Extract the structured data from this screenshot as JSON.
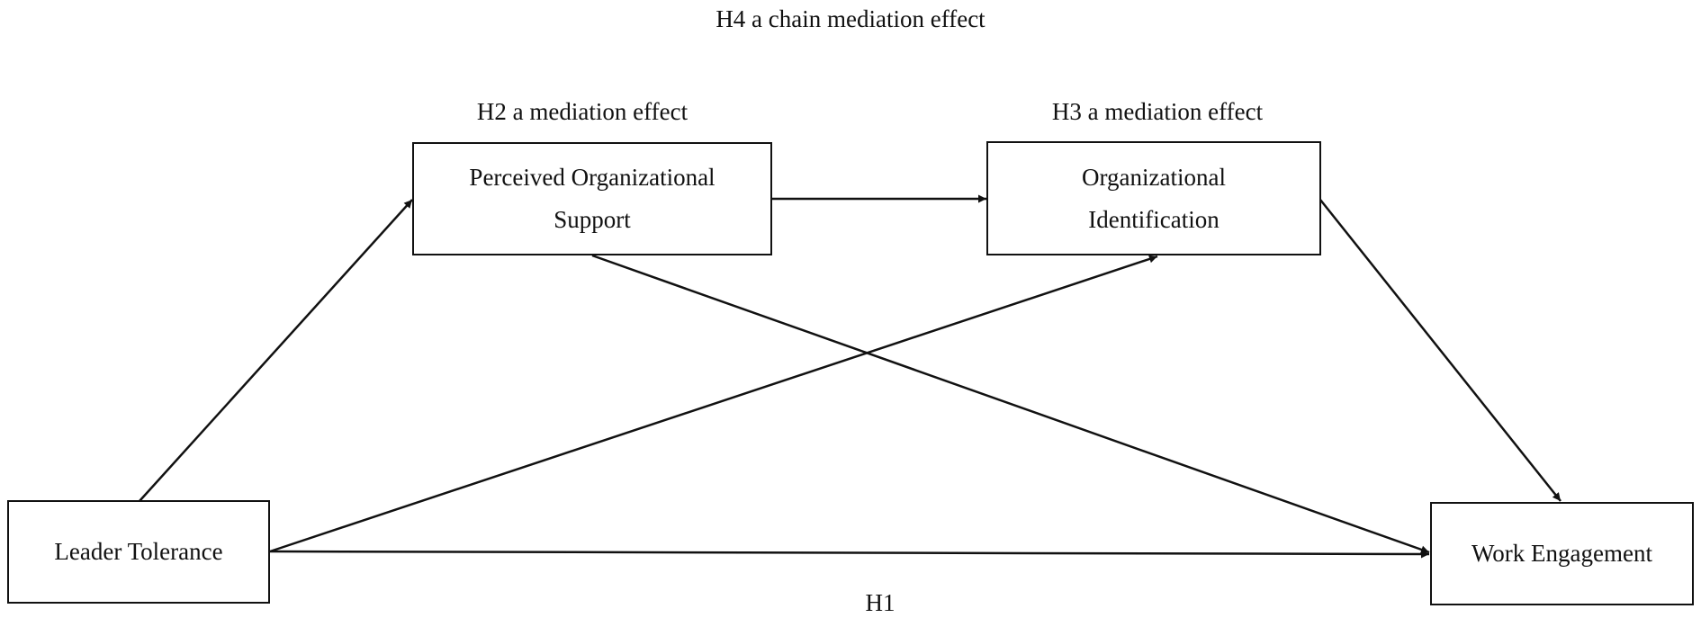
{
  "diagram": {
    "title": "H4 a chain mediation effect",
    "h2_label": "H2 a mediation effect",
    "h3_label": "H3 a mediation effect",
    "h1_label": "H1",
    "nodes": {
      "perceived_support": {
        "line1": "Perceived Organizational",
        "line2": "Support"
      },
      "org_identification": {
        "line1": "Organizational",
        "line2": "Identification"
      },
      "leader_tolerance": {
        "line1": "Leader Tolerance"
      },
      "work_engagement": {
        "line1": "Work Engagement"
      }
    },
    "edges": [
      {
        "from": "Leader Tolerance",
        "to": "Perceived Organizational Support"
      },
      {
        "from": "Perceived Organizational Support",
        "to": "Organizational Identification"
      },
      {
        "from": "Leader Tolerance",
        "to": "Organizational Identification"
      },
      {
        "from": "Perceived Organizational Support",
        "to": "Work Engagement"
      },
      {
        "from": "Organizational Identification",
        "to": "Work Engagement"
      },
      {
        "from": "Leader Tolerance",
        "to": "Work Engagement"
      }
    ],
    "colors": {
      "line": "#111111",
      "background": "#ffffff"
    }
  }
}
